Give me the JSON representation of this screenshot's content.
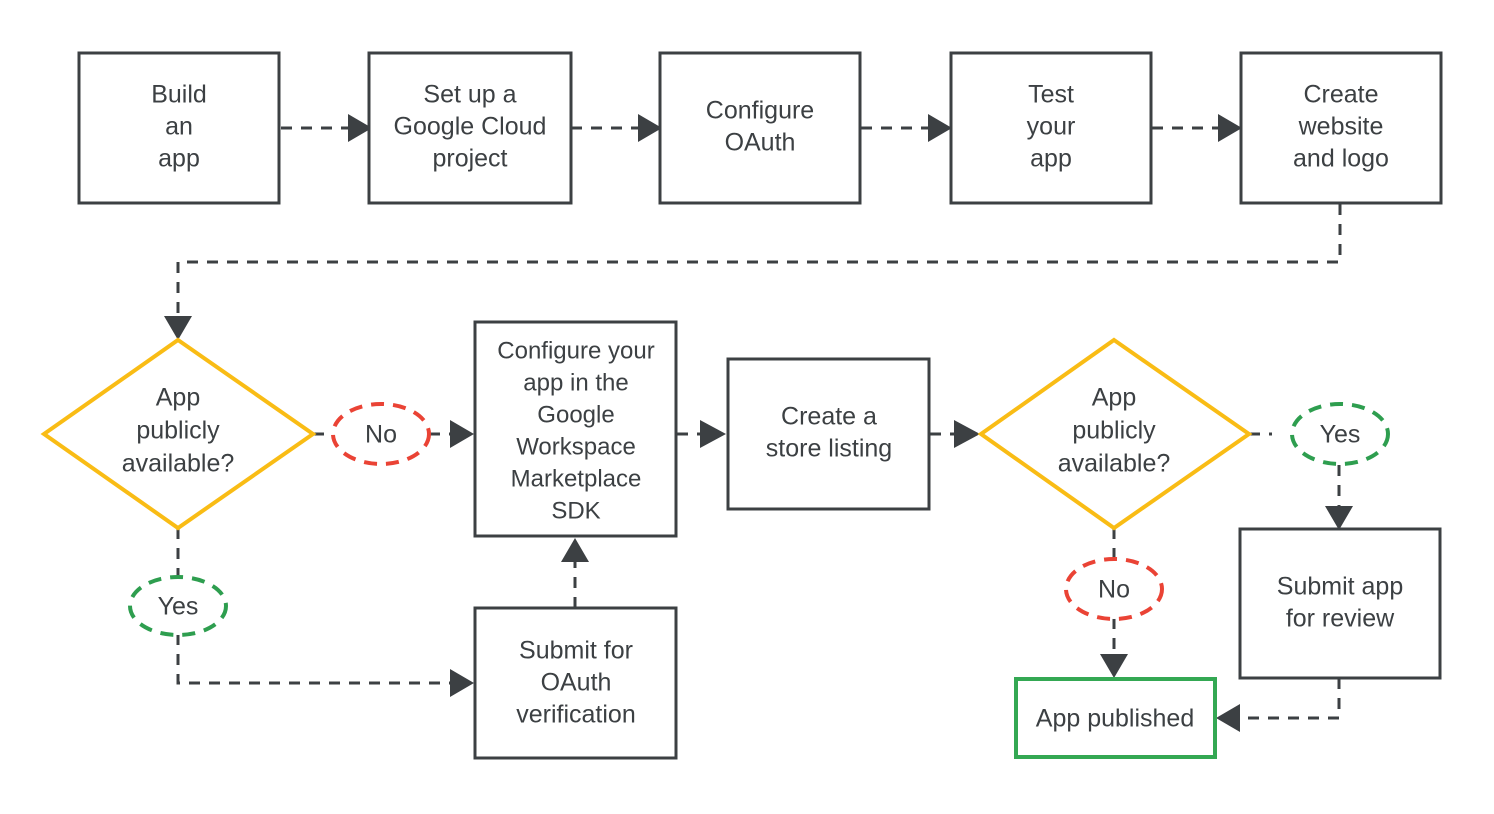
{
  "diagram": {
    "title": "Google Workspace Marketplace app publishing flowchart",
    "type": "flowchart",
    "background_color": "#FFFFFF",
    "colors": {
      "node_stroke": "#3C4043",
      "decision_stroke": "#F9BC15",
      "terminal_stroke": "#34A853",
      "yes_label_stroke": "#2E9E4F",
      "no_label_stroke": "#EA4335",
      "text": "#3C4043",
      "edge": "#3C4043"
    }
  },
  "nodes": {
    "build_an_app": {
      "id": "build-an-app",
      "shape": "process",
      "lines": [
        "Build",
        "an",
        "app"
      ]
    },
    "set_up_project": {
      "id": "set-up-google-cloud-project",
      "shape": "process",
      "lines": [
        "Set up a",
        "Google Cloud",
        "project"
      ]
    },
    "configure_oauth": {
      "id": "configure-oauth",
      "shape": "process",
      "lines": [
        "Configure",
        "OAuth"
      ]
    },
    "test_your_app": {
      "id": "test-your-app",
      "shape": "process",
      "lines": [
        "Test",
        "your",
        "app"
      ]
    },
    "create_website_logo": {
      "id": "create-website-and-logo",
      "shape": "process",
      "lines": [
        "Create",
        "website",
        "and logo"
      ]
    },
    "decision_left": {
      "id": "app-publicly-available-left",
      "shape": "decision",
      "lines": [
        "App",
        "publicly",
        "available?"
      ]
    },
    "configure_sdk": {
      "id": "configure-app-in-marketplace-sdk",
      "shape": "process",
      "lines": [
        "Configure your",
        "app in the",
        "Google",
        "Workspace",
        "Marketplace",
        "SDK"
      ]
    },
    "create_store_listing": {
      "id": "create-a-store-listing",
      "shape": "process",
      "lines": [
        "Create a",
        "store listing"
      ]
    },
    "decision_right": {
      "id": "app-publicly-available-right",
      "shape": "decision",
      "lines": [
        "App",
        "publicly",
        "available?"
      ]
    },
    "submit_oauth_verification": {
      "id": "submit-for-oauth-verification",
      "shape": "process",
      "lines": [
        "Submit for",
        "OAuth",
        "verification"
      ]
    },
    "submit_app_review": {
      "id": "submit-app-for-review",
      "shape": "process",
      "lines": [
        "Submit app",
        "for review"
      ]
    },
    "app_published": {
      "id": "app-published",
      "shape": "terminal",
      "lines": [
        "App published"
      ]
    }
  },
  "edge_labels": {
    "left_no": {
      "text": "No",
      "color": "#EA4335"
    },
    "left_yes": {
      "text": "Yes",
      "color": "#2E9E4F"
    },
    "right_yes": {
      "text": "Yes",
      "color": "#2E9E4F"
    },
    "right_no": {
      "text": "No",
      "color": "#EA4335"
    }
  },
  "edges": [
    {
      "from": "build_an_app",
      "to": "set_up_project",
      "label": ""
    },
    {
      "from": "set_up_project",
      "to": "configure_oauth",
      "label": ""
    },
    {
      "from": "configure_oauth",
      "to": "test_your_app",
      "label": ""
    },
    {
      "from": "test_your_app",
      "to": "create_website_logo",
      "label": ""
    },
    {
      "from": "create_website_logo",
      "to": "decision_left",
      "label": ""
    },
    {
      "from": "decision_left",
      "to": "configure_sdk",
      "label": "No"
    },
    {
      "from": "decision_left",
      "to": "submit_oauth_verification",
      "label": "Yes"
    },
    {
      "from": "submit_oauth_verification",
      "to": "configure_sdk",
      "label": ""
    },
    {
      "from": "configure_sdk",
      "to": "create_store_listing",
      "label": ""
    },
    {
      "from": "create_store_listing",
      "to": "decision_right",
      "label": ""
    },
    {
      "from": "decision_right",
      "to": "submit_app_review",
      "label": "Yes"
    },
    {
      "from": "decision_right",
      "to": "app_published",
      "label": "No"
    },
    {
      "from": "submit_app_review",
      "to": "app_published",
      "label": ""
    }
  ]
}
